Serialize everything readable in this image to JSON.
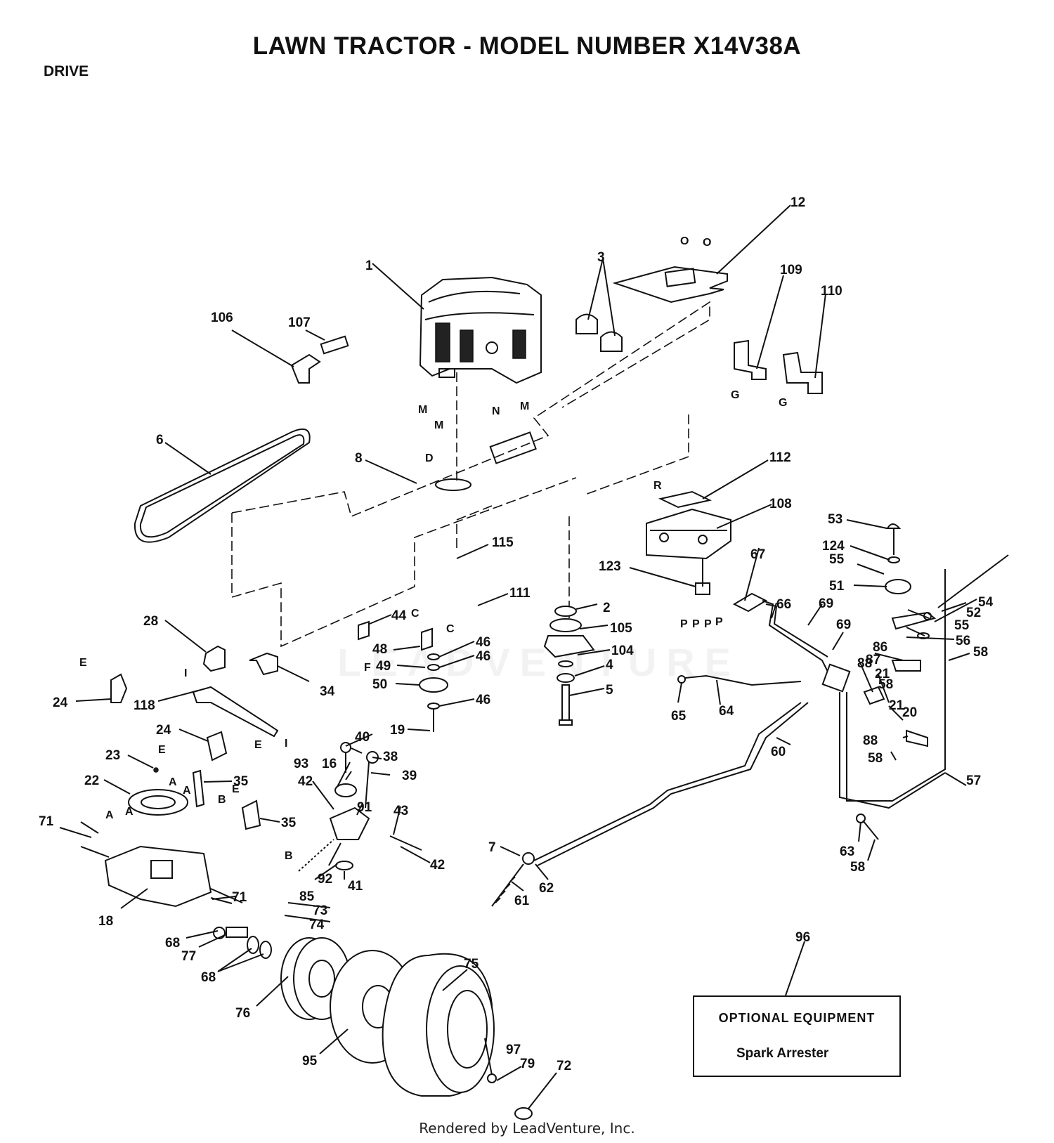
{
  "header": {
    "title": "LAWN TRACTOR - MODEL NUMBER X14V38A",
    "section": "DRIVE"
  },
  "callouts": [
    "1",
    "2",
    "3",
    "4",
    "5",
    "6",
    "7",
    "8",
    "12",
    "16",
    "18",
    "19",
    "20",
    "21",
    "21",
    "22",
    "23",
    "24",
    "24",
    "28",
    "34",
    "35",
    "35",
    "38",
    "39",
    "40",
    "41",
    "42",
    "42",
    "43",
    "44",
    "46",
    "46",
    "46",
    "48",
    "49",
    "50",
    "51",
    "52",
    "53",
    "54",
    "55",
    "55",
    "56",
    "57",
    "58",
    "58",
    "58",
    "58",
    "60",
    "61",
    "62",
    "63",
    "64",
    "65",
    "66",
    "67",
    "68",
    "68",
    "69",
    "69",
    "71",
    "71",
    "72",
    "73",
    "74",
    "75",
    "76",
    "77",
    "79",
    "85",
    "86",
    "87",
    "88",
    "88",
    "91",
    "92",
    "93",
    "95",
    "96",
    "97",
    "104",
    "105",
    "106",
    "107",
    "108",
    "109",
    "110",
    "111",
    "112",
    "115",
    "118",
    "123",
    "124"
  ],
  "connection_refs": [
    "A",
    "A",
    "A",
    "A",
    "B",
    "B",
    "C",
    "C",
    "D",
    "E",
    "E",
    "E",
    "E",
    "F",
    "G",
    "G",
    "I",
    "I",
    "M",
    "M",
    "M",
    "N",
    "O",
    "O",
    "P",
    "P",
    "P",
    "P",
    "R"
  ],
  "optional_equipment": {
    "heading": "OPTIONAL EQUIPMENT",
    "items": [
      "Spark Arrester"
    ]
  },
  "footer": "Rendered by LeadVenture, Inc.",
  "watermark": "LEADVENTURE"
}
